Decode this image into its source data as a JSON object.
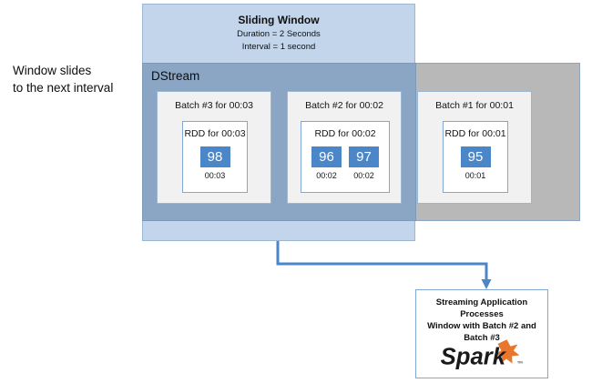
{
  "caption": {
    "text": "Window slides\nto the next interval"
  },
  "sliding_window": {
    "title": "Sliding Window",
    "duration": "Duration = 2 Seconds",
    "interval": "Interval = 1 second",
    "fill_color": "#c3d5ea",
    "border_color": "#9bb7d4"
  },
  "dstream": {
    "label": "DStream",
    "inside_color": "#8ba6c4",
    "outside_color": "#b8b8b8"
  },
  "batches": [
    {
      "id": "batch-3",
      "title": "Batch #3 for 00:03",
      "rdd": {
        "title": "RDD for 00:03",
        "cells": [
          {
            "value": "98",
            "time": "00:03"
          }
        ]
      }
    },
    {
      "id": "batch-2",
      "title": "Batch #2 for 00:02",
      "rdd": {
        "title": "RDD for 00:02",
        "cells": [
          {
            "value": "96",
            "time": "00:02"
          },
          {
            "value": "97",
            "time": "00:02"
          }
        ]
      }
    },
    {
      "id": "batch-1",
      "title": "Batch #1 for 00:01",
      "rdd": {
        "title": "RDD for 00:01",
        "cells": [
          {
            "value": "95",
            "time": "00:01"
          }
        ]
      }
    }
  ],
  "cell_color": "#4a86c8",
  "connector": {
    "color": "#4a86c8"
  },
  "output": {
    "text": "Streaming Application\nProcesses\nWindow with Batch #2 and\nBatch #3",
    "logo_name": "Spark",
    "logo_wordmark": "Spark",
    "logo_star_color": "#e8762c",
    "logo_text_color": "#1a1a1a",
    "border_color": "#7fa8d4"
  }
}
